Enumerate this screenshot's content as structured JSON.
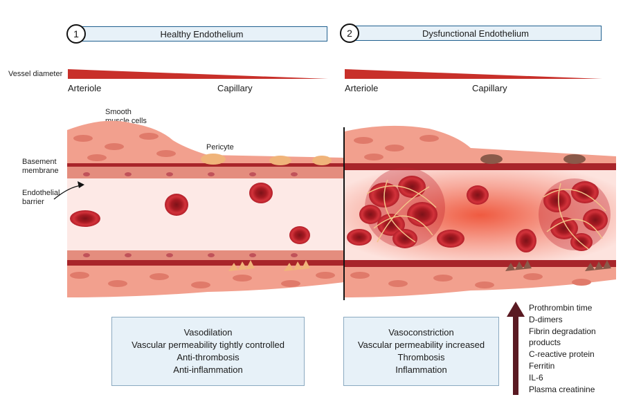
{
  "panels": [
    {
      "number": "1",
      "title": "Healthy Endothelium"
    },
    {
      "number": "2",
      "title": "Dysfunctional Endothelium"
    }
  ],
  "vessel_diameter_label": "Vessel diameter",
  "left_scale": {
    "start": "Arteriole",
    "end": "Capillary"
  },
  "right_scale": {
    "start": "Arteriole",
    "end": "Capillary"
  },
  "anatomy_labels": {
    "smooth_muscle_line1": "Smooth",
    "smooth_muscle_line2": "muscle cells",
    "pericyte": "Pericyte",
    "basement_line1": "Basement",
    "basement_line2": "membrane",
    "endothelial_line1": "Endothelial",
    "endothelial_line2": "barrier"
  },
  "healthy_box": [
    "Vasodilation",
    "Vascular permeability tightly controlled",
    "Anti-thrombosis",
    "Anti-inflammation"
  ],
  "dysfunctional_box": [
    "Vasoconstriction",
    "Vascular permeability increased",
    "Thrombosis",
    "Inflammation"
  ],
  "markers": [
    "Prothrombin time",
    "D-dimers",
    "Fibrin degradation",
    "products",
    "C-reactive protein",
    "Ferritin",
    "IL-6",
    "Plasma creatinine"
  ],
  "colors": {
    "wedge": "#c8302a",
    "muscle": "#f2a08e",
    "wall": "#a8252a",
    "lumen_healthy": "#fde9e6",
    "rbc": "#c0232e",
    "arrow": "#5a1a22",
    "box_fill": "#e7f1f8"
  }
}
